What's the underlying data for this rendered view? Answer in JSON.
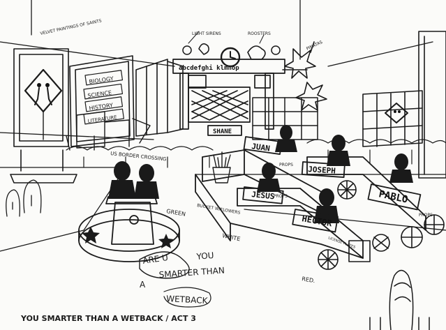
{
  "sketch": {
    "caption": "YOU SMARTER THAN A WETBACK / ACT 3",
    "title_on_gate": "abcdefghi klmnop",
    "floor_text": [
      "ARE U",
      "YOU",
      "SMARTER THAN",
      "A",
      "WETBACK"
    ],
    "annotations": {
      "velvet": "VELVET PAINTINGS OF SAINTS",
      "light": "LIGHT SIRENS",
      "roosters": "ROOSTERS",
      "pinatas": "PINATAS",
      "border": "US BORDER CROSSING",
      "props_1": "PROPS",
      "props_2": "PROPS",
      "props_3": "PROPS",
      "green": "GREEN",
      "white": "WHITE",
      "red": "RED.",
      "bucket": "BUCKET W/FLOWERS",
      "license": "LICENSE PLATES"
    },
    "board_subjects": [
      "BIOLOGY",
      "SCIENCE",
      "HISTORY",
      "LITERATURE"
    ],
    "contestant_signs": [
      "SHANE",
      "JUAN",
      "JOSEPH",
      "JESUS",
      "PABLO",
      "HECTOR"
    ],
    "ink_color": "#1a1a1a",
    "paper_color": "#fbfbf9"
  }
}
